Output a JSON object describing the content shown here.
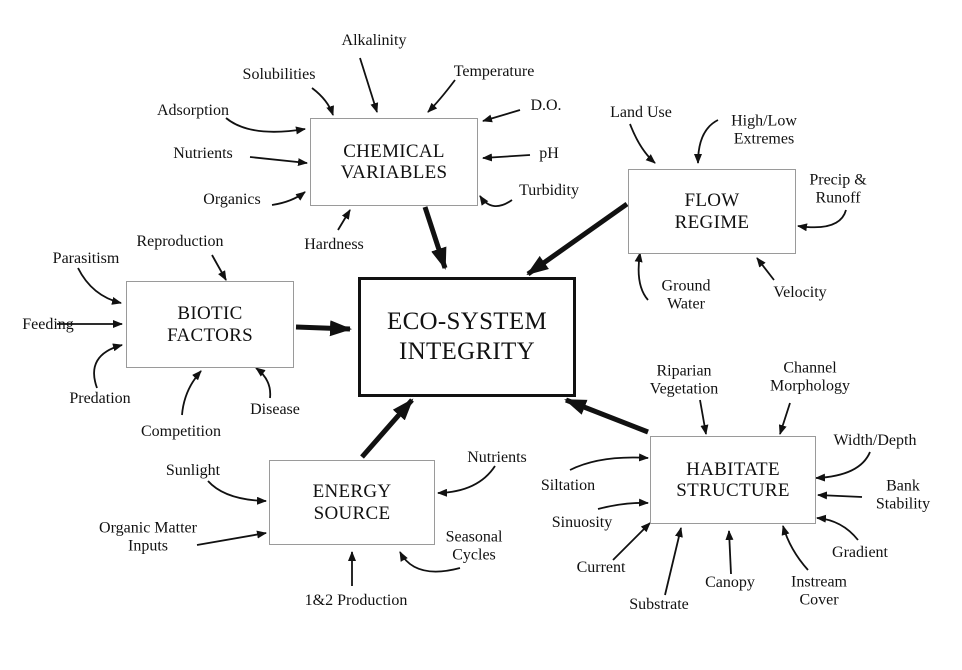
{
  "boxes": {
    "center": [
      "ECO-SYSTEM",
      "INTEGRITY"
    ],
    "chemical": [
      "CHEMICAL",
      "VARIABLES"
    ],
    "flow": [
      "FLOW",
      "REGIME"
    ],
    "biotic": [
      "BIOTIC",
      "FACTORS"
    ],
    "energy": [
      "ENERGY",
      "SOURCE"
    ],
    "habitat": [
      "HABITATE",
      "STRUCTURE"
    ]
  },
  "chemical_inputs": [
    "Alkalinity",
    "Solubilities",
    "Temperature",
    "D.O.",
    "Adsorption",
    "Nutrients",
    "pH",
    "Organics",
    "Turbidity",
    "Hardness"
  ],
  "flow_inputs": [
    "Land Use",
    [
      "High/Low",
      "Extremes"
    ],
    [
      "Precip &",
      "Runoff"
    ],
    [
      "Ground",
      "Water"
    ],
    "Velocity"
  ],
  "biotic_inputs": [
    "Reproduction",
    "Parasitism",
    "Feeding",
    "Predation",
    "Competition",
    "Disease"
  ],
  "energy_inputs": [
    "Sunlight",
    [
      "Organic Matter",
      "Inputs"
    ],
    "Nutrients",
    [
      "Seasonal",
      "Cycles"
    ],
    "1&2 Production"
  ],
  "habitat_inputs": [
    [
      "Riparian",
      "Vegetation"
    ],
    [
      "Channel",
      "Morphology"
    ],
    "Width/Depth",
    [
      "Bank",
      "Stability"
    ],
    "Siltation",
    "Sinuosity",
    "Gradient",
    "Current",
    "Substrate",
    "Canopy",
    [
      "Instream",
      "Cover"
    ]
  ]
}
